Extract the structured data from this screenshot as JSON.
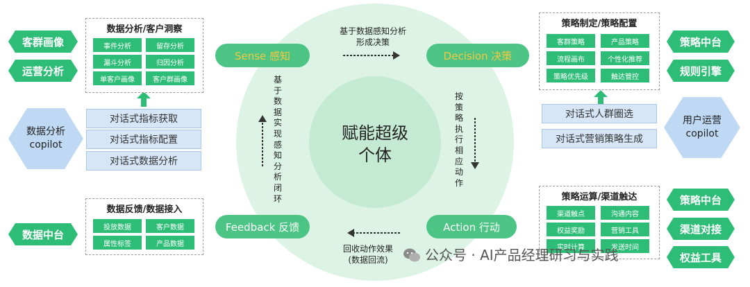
{
  "center": {
    "line1": "赋能超级",
    "line2": "个体"
  },
  "stages": {
    "sense": "Sense 感知",
    "decision": "Decision 决策",
    "feedback": "Feedback 反馈",
    "action": "Action 行动"
  },
  "transitions": {
    "top_line1": "基于数据感知分析",
    "top_line2": "形成决策",
    "left_vertical": "基于数据实现感知分析闭环",
    "right_vertical": "按策略执行相应动作",
    "bottom_line1": "回收动作效果",
    "bottom_line2": "(数据回流)"
  },
  "left_tags": {
    "customer_profile": "客群画像",
    "ops_analysis": "运营分析",
    "data_platform": "数据中台"
  },
  "right_tags": {
    "strategy_platform_1": "策略中台",
    "rule_engine": "规则引擎",
    "strategy_platform_2": "策略中台",
    "channel_connect": "渠道对接",
    "equity_tools": "权益工具"
  },
  "panel_analysis": {
    "title": "数据分析/客户洞察",
    "cells": [
      "事件分析",
      "留存分析",
      "漏斗分析",
      "归因分析",
      "单客户画像",
      "客户群画像"
    ]
  },
  "panel_feedback": {
    "title": "数据反馈/数据接入",
    "cells": [
      "投放数据",
      "客户数据",
      "属性标签",
      "产品数据"
    ]
  },
  "panel_strategy": {
    "title": "策略制定/策略配置",
    "cells": [
      "客群策略",
      "产品策略",
      "流程画布",
      "个性化推荐",
      "策略优先级",
      "触达管控"
    ]
  },
  "panel_execution": {
    "title": "策略运算/渠道触达",
    "cells": [
      "渠道触点",
      "沟通内容",
      "权益奖励",
      "营销工具",
      "实时计算",
      "发送时间"
    ]
  },
  "left_copilot": {
    "line1": "数据分析",
    "line2": "copilot",
    "items": [
      "对话式指标获取",
      "对话式指标配置",
      "对话式数据分析"
    ]
  },
  "right_copilot": {
    "line1": "用户运营",
    "line2": "copilot",
    "items": [
      "对话式人群圈选",
      "对话式营销策略生成"
    ]
  },
  "footer": "公众号 · AI产品经理研习与实践",
  "colors": {
    "green": "#2ebd77",
    "pill": "#4cc484",
    "circle": "#dcf3e6",
    "inner": "#c4ead4",
    "blue": "#d7e6f7"
  }
}
